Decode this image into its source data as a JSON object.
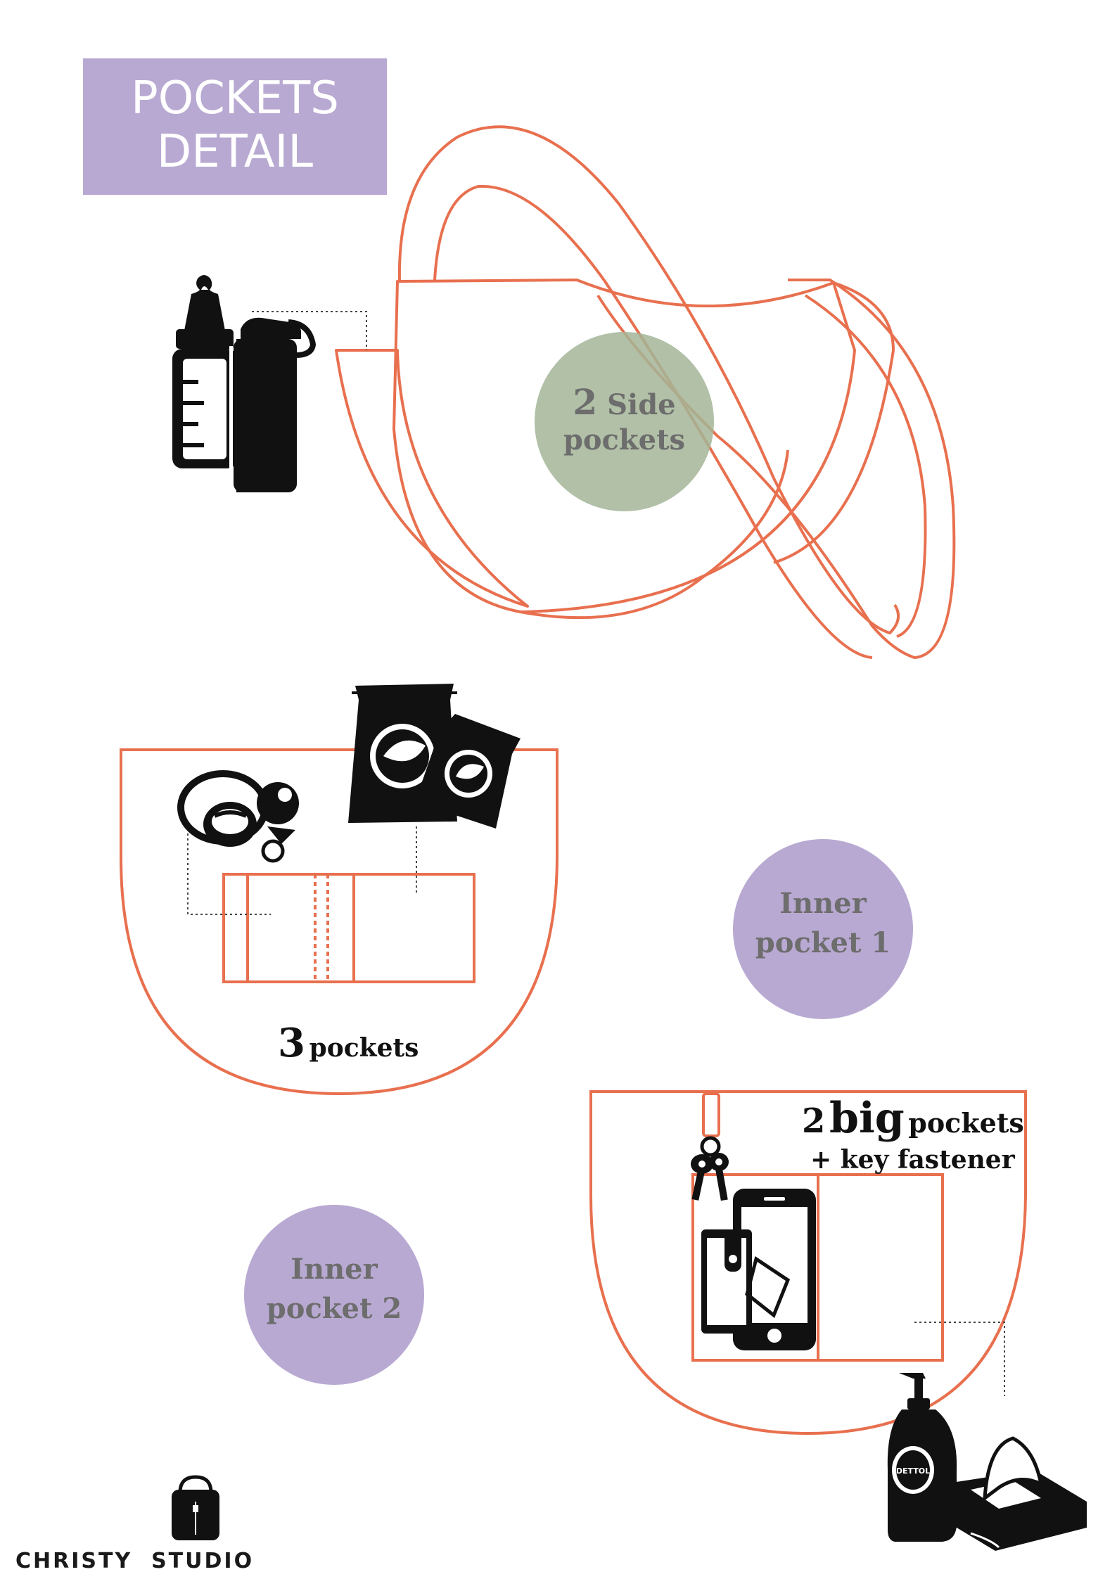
{
  "title": {
    "line1": "POCKETS",
    "line2": "DETAIL"
  },
  "side_pockets": {
    "number": "2",
    "label1": "Side",
    "label2": "pockets"
  },
  "inner_pocket_1": {
    "line1": "Inner",
    "line2": "pocket 1",
    "note_number": "3",
    "note_label": "pockets"
  },
  "inner_pocket_2": {
    "line1": "Inner",
    "line2": "pocket 2",
    "note_line1_number": "2",
    "note_line1_big": "big",
    "note_line1_rest": "pockets",
    "note_line2": "+ key fastener"
  },
  "wipes_brand": "DETTOL",
  "brand": {
    "name": "CHRISTY  STUDIO"
  },
  "colors": {
    "outline": "#e8704f",
    "title_bg": "#b8a9d2",
    "green_circle": "#b3c3aa",
    "purple_circle": "#b8a9d2",
    "circle_text": "#6d6d6d"
  },
  "icons": [
    "baby-bottle-icon",
    "water-bottle-icon",
    "pacifier-icon",
    "snack-bag-icon",
    "keys-icon",
    "smartphone-icon",
    "wallet-icon",
    "soap-pump-icon",
    "wipes-box-icon",
    "backpack-logo-icon"
  ]
}
